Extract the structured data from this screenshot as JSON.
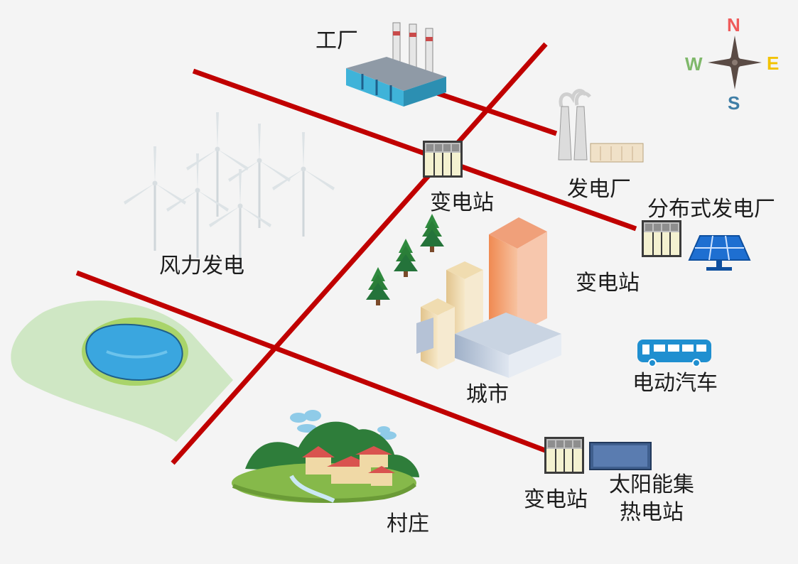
{
  "compass": {
    "north": "N",
    "south": "S",
    "east": "E",
    "west": "W"
  },
  "labels": {
    "factory": "工厂",
    "power_plant": "发电厂",
    "distributed_plant": "分布式发电厂",
    "wind_power": "风力发电",
    "substation_top": "变电站",
    "substation_right": "变电站",
    "substation_bottom": "变电站",
    "city": "城市",
    "electric_vehicle": "电动汽车",
    "village": "村庄",
    "solar_thermal_line1": "太阳能集",
    "solar_thermal_line2": "热电站"
  },
  "colors": {
    "power_line": "#c00000",
    "north": "#ef5b5b",
    "south": "#3f7ea6",
    "east": "#f2c200",
    "west": "#7fb86a",
    "bus": "#1f8fd0",
    "lake": "#3aa6df",
    "park": "#cfe7c4"
  }
}
